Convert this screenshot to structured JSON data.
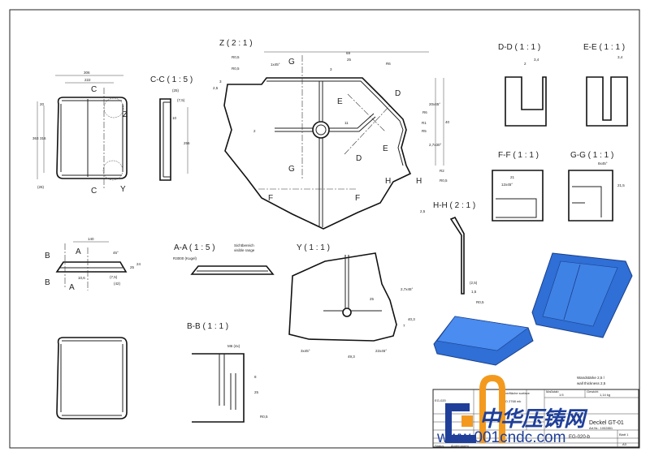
{
  "views": {
    "z": "Z ( 2 : 1 )",
    "cc": "C-C ( 1 : 5 )",
    "dd": "D-D ( 1 : 1 )",
    "ee": "E-E ( 1 : 1 )",
    "ff": "F-F ( 1 : 1 )",
    "gg": "G-G ( 1 : 1 )",
    "hh": "H-H ( 2 : 1 )",
    "aa": "A-A ( 1 : 5 )",
    "y": "Y ( 1 : 1 )",
    "bb": "B-B ( 1 : 1 )"
  },
  "section_letters": {
    "a": "A",
    "b": "B",
    "c": "C",
    "d": "D",
    "e": "E",
    "f": "F",
    "g": "G",
    "h": "H",
    "y": "Y",
    "z": "Z"
  },
  "dims": {
    "front_width": "306",
    "front_inner": "222",
    "front_height": "363",
    "front_inner_h": "316",
    "front_top": "20",
    "front_bottom": "(26)",
    "cc_top": "(25)",
    "cc_a": "(7,5)",
    "cc_b": "10",
    "cc_h": "256",
    "side_w": "140",
    "side_angle": "45°",
    "side_h1": "25",
    "side_h2": "24",
    "side_r": "(7,5)",
    "side_r2": "(42)",
    "side_d": "10,6",
    "z_69": "69",
    "z_25": "25",
    "z_3": "3",
    "z_r05a": "R0,5",
    "z_r05b": "R0,5",
    "z_1x45": "1x45°",
    "z_r6": "R6",
    "z_25b": "2,5",
    "z_3b": "3",
    "z_11": "11",
    "z_2": "2",
    "z_20x45": "20x45°",
    "z_40": "40",
    "z_r6b": "R6",
    "z_r1": "R1",
    "z_r5": "R5",
    "z_27x30": "2,7x30°",
    "z_r2": "R2",
    "z_r05c": "R0,5",
    "z_25c": "2,5",
    "dd_34": "3,4",
    "dd_2": "2",
    "ee_34": "3,4",
    "ff_21": "21",
    "ff_12x45": "12x45°",
    "gg_8x45": "8x45°",
    "gg_215": "21,5",
    "hh_25": "(2,5)",
    "hh_15": "1,5",
    "hh_r05": "R0,5",
    "aa_r": "R3000 (Kugel)",
    "aa_note1": "Sichtbereich",
    "aa_note2": "visible range",
    "y_25": "25",
    "y_27x45": "2,7x45°",
    "y_403": "40,3",
    "y_493": "49,3",
    "y_3x45": "3x45°",
    "y_22x45": "22x45°",
    "y_7": "7",
    "bb_m6": "M6 (4x)",
    "bb_25": "25",
    "bb_8": "8",
    "bb_r05": "R0,5"
  },
  "notes": {
    "wall_de": "Wandstärke 2,5 l",
    "wall_en": "wall thickness 2,5"
  },
  "title_block": {
    "scale_label": "Maßstab",
    "scale": "1:5",
    "weight_label": "Gewicht",
    "weight": "1,14 kg",
    "project": "EG-020",
    "surface_label": "Oberfläche surface",
    "tolerance": "ISO 2768 mk",
    "part_name": "Deckel GT-01",
    "part_no": "Art.Nr.: 1002851",
    "drawing_no": "EG-020-b",
    "sheet": "Blatt 1",
    "format": "A3",
    "status": "Status",
    "change": "Änderungen"
  },
  "watermark": {
    "cn": "中华压铸网",
    "url": "www.001cndc.com"
  },
  "colors": {
    "line": "#222222",
    "render_blue": "#2f6fd6",
    "render_dark": "#1a3f8a",
    "logo_blue": "#1f3f99",
    "logo_orange": "#f39a1e"
  }
}
